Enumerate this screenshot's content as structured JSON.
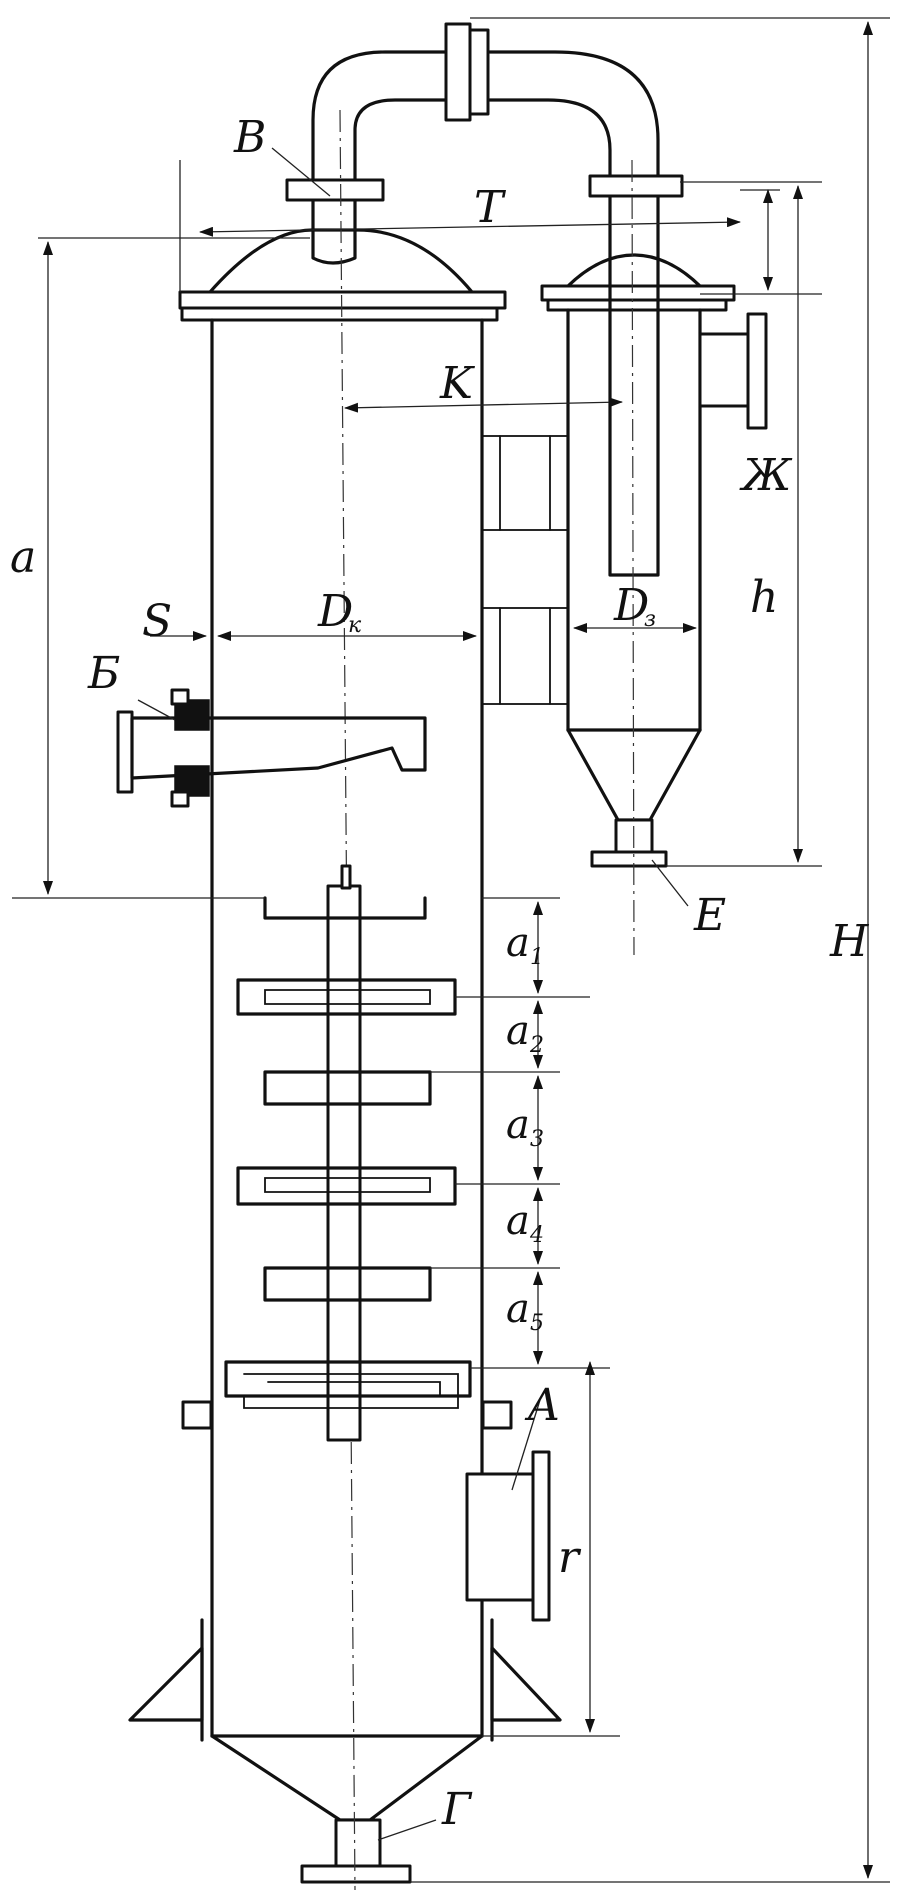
{
  "labels": {
    "a": "a",
    "B": "В",
    "T": "T",
    "K": "K",
    "Zh": "Ж",
    "h": "h",
    "S": "S",
    "D_main": "D",
    "D_main_sub": "к",
    "D_small": "D",
    "D_small_sub": "з",
    "Be": "Б",
    "E": "E",
    "H": "H",
    "a1": "a",
    "a1_sub": "1",
    "a2": "a",
    "a2_sub": "2",
    "a3": "a",
    "a3_sub": "3",
    "a4": "a",
    "a4_sub": "4",
    "a5": "a",
    "a5_sub": "5",
    "A": "A",
    "r": "r",
    "G": "Г"
  }
}
